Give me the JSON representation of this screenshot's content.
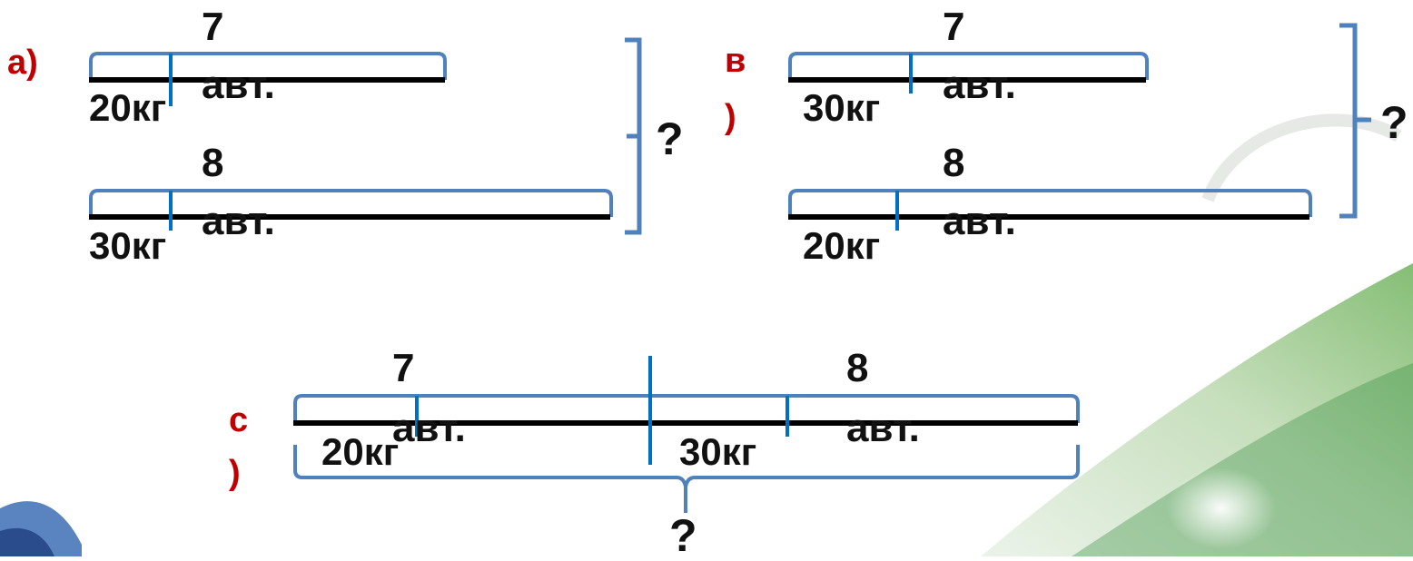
{
  "colors": {
    "bracket": "#4f81bd",
    "tick": "#0070c0",
    "line": "#000000",
    "label": "#c00000"
  },
  "part_a": {
    "label": "а)",
    "top": {
      "count": "7",
      "unit": "авт.",
      "weight": "20кг"
    },
    "bottom": {
      "count": "8",
      "unit": "авт.",
      "weight": "30кг"
    },
    "question": "?"
  },
  "part_b": {
    "label_letter": "в",
    "label_paren": ")",
    "top": {
      "count": "7",
      "unit": "авт.",
      "weight": "30кг"
    },
    "bottom": {
      "count": "8",
      "unit": "авт.",
      "weight": "20кг"
    },
    "question": "?"
  },
  "part_c": {
    "label_letter": "с",
    "label_paren": ")",
    "left": {
      "count": "7",
      "unit": "авт.",
      "weight": "20кг"
    },
    "right": {
      "count": "8",
      "unit": "авт.",
      "weight": "30кг"
    },
    "question": "?"
  }
}
